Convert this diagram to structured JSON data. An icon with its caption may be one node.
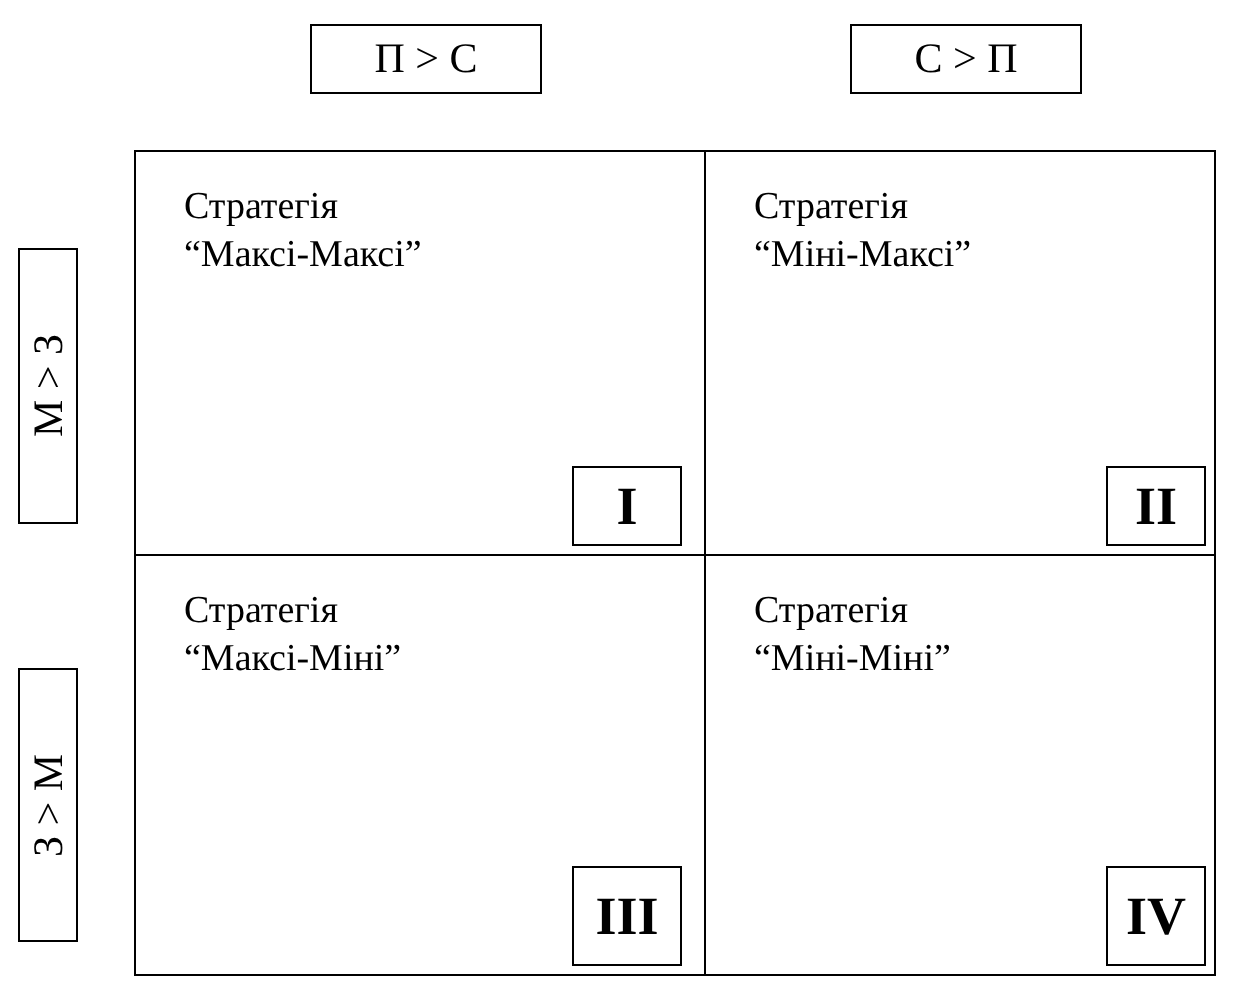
{
  "diagram": {
    "nodes": [
      {
        "text": [
          "П > С"
        ]
      },
      {
        "text": [
          "С > П"
        ]
      },
      {
        "text": [
          "М > З"
        ]
      },
      {
        "text": [
          "Стратегія “Максі-Максі”"
        ]
      },
      {
        "text": [
          "I"
        ],
        "in": 3
      },
      {
        "text": [
          "Стратегія “Міні-Максі”"
        ]
      },
      {
        "text": [
          "II"
        ],
        "in": 5
      },
      {
        "text": [
          "З > М"
        ]
      },
      {
        "text": [
          "Стратегія “Максі-Міні”"
        ]
      },
      {
        "text": [
          "III"
        ],
        "in": 8
      },
      {
        "text": [
          "Стратегія “Міні-Міні”"
        ]
      },
      {
        "text": [
          "IV"
        ],
        "in": 10
      }
    ]
  }
}
